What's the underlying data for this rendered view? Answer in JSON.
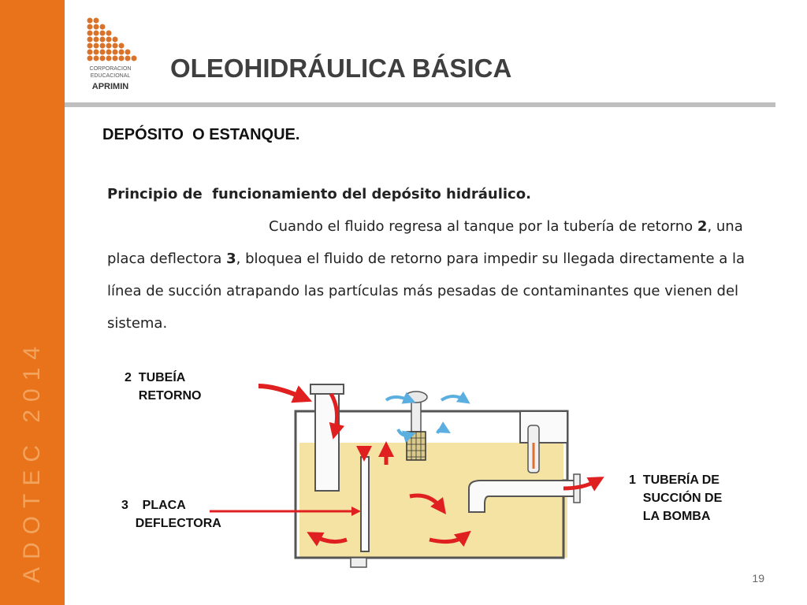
{
  "sidebar": {
    "vertical_text": "ADOTEC 2014",
    "color": "#e8731a"
  },
  "logo": {
    "line1": "CORPORACION",
    "line2": "EDUCACIONAL",
    "brand": "APRIMIN"
  },
  "title": "OLEOHIDRÁULICA BÁSICA",
  "subtitle": "DEPÓSITO  O ESTANQUE.",
  "body": {
    "heading": "Principio de  funcionamiento del depósito hidráulico.",
    "p1": "Cuando el fluido regresa al tanque por la tubería de retorno ",
    "num2": "2",
    "p2": ", una placa deflectora ",
    "num3": "3",
    "p3": ", bloquea el fluido de retorno para impedir su llegada directamente a la línea de succión atrapando las partículas más pesadas de contaminantes que vienen del sistema."
  },
  "labels": {
    "retorno": "2  TUBEÍA\n    RETORNO",
    "placa": "3    PLACA\n    DEFLECTORA",
    "succion": "1  TUBERÍA DE\n    SUCCIÓN DE\n    LA BOMBA"
  },
  "page_number": "19",
  "colors": {
    "accent": "#e8731a",
    "fluid": "#f4e3a3",
    "arrow_red": "#e02020",
    "arrow_blue": "#5aaee0"
  }
}
